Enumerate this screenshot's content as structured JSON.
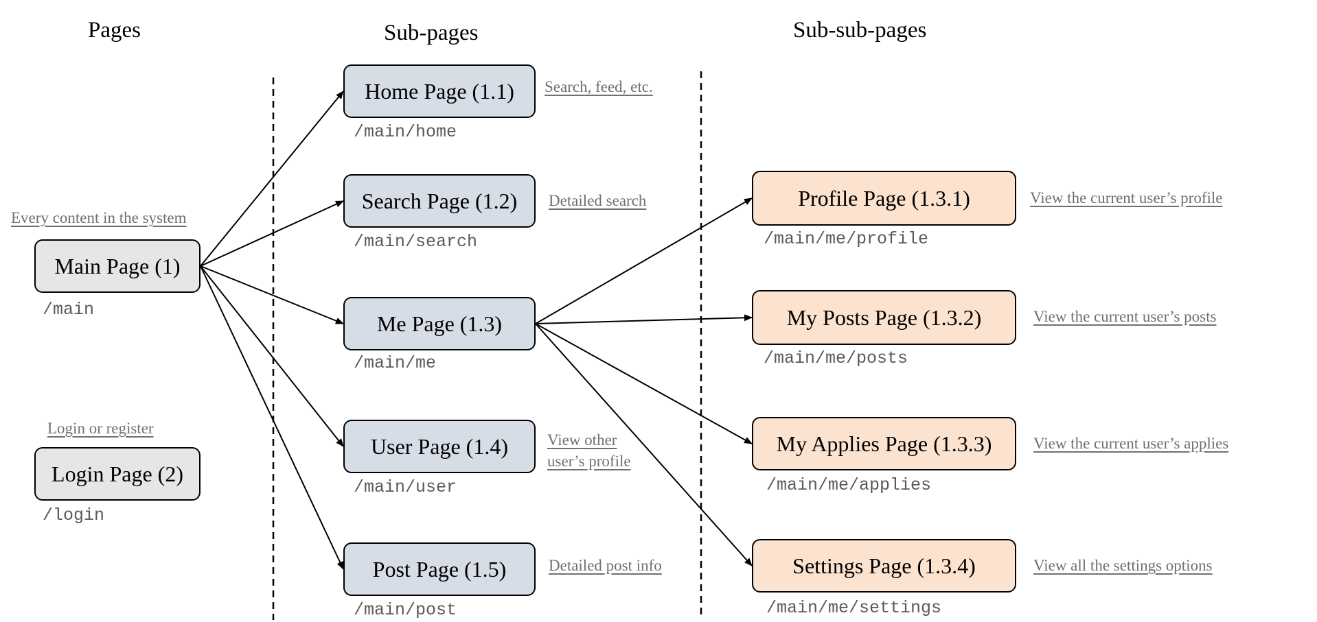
{
  "colors": {
    "page_fill": "#e6e6e6",
    "subpage_fill": "#d7dde6",
    "subsub_fill": "#fce3d0",
    "edge": "#000000",
    "note": "#707070"
  },
  "columns": {
    "pages": "Pages",
    "subpages": "Sub-pages",
    "subsubpages": "Sub-sub-pages"
  },
  "pages": {
    "main": {
      "label": "Main Page (1)",
      "path": "/main",
      "note": "Every content in the system"
    },
    "login": {
      "label": "Login Page (2)",
      "path": "/login",
      "note": "Login or register"
    }
  },
  "subpages": {
    "home": {
      "label": "Home Page (1.1)",
      "path": "/main/home",
      "note": "Search, feed, etc."
    },
    "search": {
      "label": "Search Page (1.2)",
      "path": "/main/search",
      "note": "Detailed search"
    },
    "me": {
      "label": "Me Page (1.3)",
      "path": "/main/me",
      "note": ""
    },
    "user": {
      "label": "User Page (1.4)",
      "path": "/main/user",
      "note": "View other user’s profile"
    },
    "post": {
      "label": "Post Page (1.5)",
      "path": "/main/post",
      "note": "Detailed post info"
    }
  },
  "subsubpages": {
    "profile": {
      "label": "Profile Page (1.3.1)",
      "path": "/main/me/profile",
      "note": "View the current user’s profile"
    },
    "posts": {
      "label": "My Posts Page (1.3.2)",
      "path": "/main/me/posts",
      "note": "View the current user’s posts"
    },
    "applies": {
      "label": "My Applies Page (1.3.3)",
      "path": "/main/me/applies",
      "note": "View the current user’s applies"
    },
    "settings": {
      "label": "Settings Page (1.3.4)",
      "path": "/main/me/settings",
      "note": "View all the settings options"
    }
  },
  "edges": [
    {
      "from": "main",
      "to": "home"
    },
    {
      "from": "main",
      "to": "search"
    },
    {
      "from": "main",
      "to": "me"
    },
    {
      "from": "main",
      "to": "user"
    },
    {
      "from": "main",
      "to": "post"
    },
    {
      "from": "me",
      "to": "profile"
    },
    {
      "from": "me",
      "to": "posts"
    },
    {
      "from": "me",
      "to": "applies"
    },
    {
      "from": "me",
      "to": "settings"
    }
  ]
}
